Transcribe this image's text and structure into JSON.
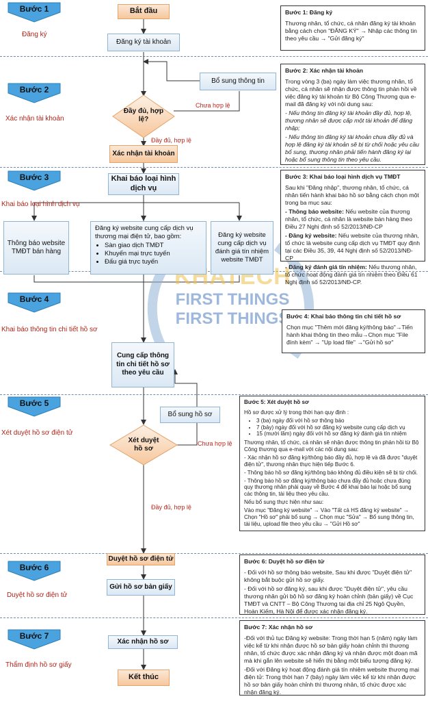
{
  "steps": [
    {
      "title": "Bước 1",
      "sub": "Đăng ký"
    },
    {
      "title": "Bước 2",
      "sub": "Xác nhận tài khoản"
    },
    {
      "title": "Bước 3",
      "sub": "Khai báo loại hình dịch vụ"
    },
    {
      "title": "Bước 4",
      "sub": "Khai báo thông tin chi tiết hồ sơ"
    },
    {
      "title": "Bước 5",
      "sub": "Xét duyệt hồ sơ điện tử"
    },
    {
      "title": "Bước 6",
      "sub": "Duyệt hồ sơ điện tử"
    },
    {
      "title": "Bước 7",
      "sub": "Thẩm định hồ sơ giấy"
    }
  ],
  "nodes": {
    "start": "Bắt đầu",
    "register": "Đăng ký tài khoản",
    "supplement_info": "Bổ sung thông tin",
    "check_valid": "Đầy đủ, hợp lệ?",
    "invalid1": "Chưa hợp lệ",
    "valid1": "Đầy đủ, hợp lệ",
    "confirm_account": "Xác nhận tài khoản",
    "declare_type": "Khai báo loại hình dịch vụ",
    "notify_sale": "Thông báo website TMĐT bán hàng",
    "register_service_title": "Đăng ký website cung cấp dịch vụ thương mại điện tử, bao gồm:",
    "register_service_items": [
      "Sàn giao dịch TMĐT",
      "Khuyến mại trực tuyến",
      "Đấu giá trực tuyến"
    ],
    "register_rating": "Đăng ký website cung cấp dịch vụ đánh giá tín nhiệm website TMĐT",
    "provide_details": "Cung cấp thông tin chi tiết hồ sơ theo yêu cầu",
    "supplement_file": "Bổ sung hồ sơ",
    "review": "Xét duyệt hồ sơ",
    "invalid2": "Chưa hợp lệ",
    "valid2": "Đầy đủ, hợp lệ",
    "approve_electronic": "Duyệt hồ sơ điện tử",
    "send_paper": "Gửi hồ sơ bản giấy",
    "confirm_file": "Xác nhận hồ sơ",
    "end": "Kết thúc"
  },
  "watermark": {
    "line1": "KHATECH",
    "line2": "FIRST THINGS",
    "line3": "FIRST THINGS"
  },
  "info": {
    "b1_title": "Bước 1: Đăng ký",
    "b1_text": "Thương nhân, tổ chức, cá nhân đăng ký tài khoản bằng cách chọn \"ĐĂNG KÝ\" → Nhập các thông tin theo yêu cầu → \"Gửi đăng ký\"",
    "b2_title": "Bước 2: Xác nhận tài khoản",
    "b2_text": "Trong vòng 3 (ba) ngày làm việc thương nhân, tổ chức, cá nhân sẽ nhận được thông tin phản hồi về việc đăng ký tài khoản từ Bộ Công Thương qua e-mail đã đăng ký với nội dung sau:",
    "b2_i1": "- Nếu thông tin đăng ký tài khoản đầy đủ, hợp lệ, thương nhân sẽ được cấp một tài khoản để đăng nhập;",
    "b2_i2": "- Nếu thông tin đăng ký tài khoản chưa đầy đủ và hợp lệ đăng ký tài khoản sẽ bị từ chối hoặc yêu cầu bổ sung, thương nhân phải tiến hành đăng ký lại hoặc bổ sung thông tin theo yêu cầu.",
    "b3_title": "Bước 3: Khai báo loại hình dịch vụ TMĐT",
    "b3_text": "Sau khi \"Đăng nhập\", thương nhân, tổ chức, cá nhân tiến hành khai báo hồ sơ bằng cách chọn một trong ba mục sau:",
    "b3_i1_b": "- Thông báo website:",
    "b3_i1": " Nếu website của thương nhân, tổ chức, cá nhân là website bán hàng theo Điều 27 Nghị định số 52/2013/NĐ-CP",
    "b3_i2_b": "- Đăng ký website:",
    "b3_i2": " Nếu website của thương nhân, tổ chức là website cung cấp dịch vụ TMĐT quy định tại các Điều 35, 39, 44 Nghị định số 52/2013/NĐ-CP",
    "b3_i3_b": "- Đăng ký đánh giá tín nhiệm:",
    "b3_i3": " Nếu thương nhân, tổ chức hoạt động đánh giá tín nhiệm theo Điều 61 Nghị định số 52/2013/NĐ-CP.",
    "b4_title": "Bước 4: Khai báo thông tin chi tiết hồ sơ",
    "b4_text": "Chọn mục \"Thêm mới đăng ký/thông báo\"→Tiến hành khai thông tin theo mẫu→Chọn mục \"File đính kèm\" → \"Up load file\" →\"Gửi hồ sơ\"",
    "b5_title": "Bước 5: Xét duyệt hồ sơ",
    "b5_text": "Hồ sơ được xử lý trong thời hạn quy định :",
    "b5_list": [
      "3 (ba) ngày đối với hồ sơ thông báo",
      "7 (bảy) ngày đối với hồ sơ đăng ký website cung cấp dịch vụ",
      "15 (mười lăm) ngày đối với hồ sơ đăng ký đánh giá tín nhiệm"
    ],
    "b5_p2": "Thương nhân, tổ chức, cá nhân sẽ nhận được thông tin phản hồi từ Bộ Công thương qua e-mail với các nội dung sau:",
    "b5_p3": "- Xác nhận hồ sơ đăng ký/thông báo đầy đủ, hợp lệ và đã được \"duyệt điện tử\", thương nhân thực hiện tiếp Bước 6.",
    "b5_p4": "- Thông báo hồ sơ đăng ký/thông báo không đủ điều kiện sẽ bị từ chối.",
    "b5_p5": "- Thông báo hồ sơ đăng ký/thông báo chưa đầy đủ hoặc chưa đúng quy thương nhân phải quay về Bước 4 để khai báo lại hoặc bổ sung các thông tin, tài liệu theo yêu cầu.",
    "b5_p6": "Nếu bổ sung thực hiện như sau:",
    "b5_p7": "Vào mục \"Đăng ký website\" → Vào \"Tất cả HS đăng ký website\" → Chọn \"Hồ sơ\" phải bổ sung → Chọn mục \"Sửa\" → Bổ sung thông tin, tài liệu, upload file theo yêu cầu → \"Gửi Hồ sơ\"",
    "b6_title": "Bước 6: Duyệt hồ sơ điện tử",
    "b6_p1": "- Đối với hồ sơ thông báo website, Sau khi được \"Duyệt điện tử\" không bắt buộc gửi hồ sơ giấy.",
    "b6_p2": "- Đối với hồ sơ đăng ký, sau khi được \"Duyệt điện tử\", yêu cầu thương nhân gửi bộ hồ sơ đăng ký hoàn chỉnh (bản giấy) về Cục TMĐT và CNTT – Bộ Công Thương tại địa chỉ 25 Ngô Quyền, Hoàn Kiếm, Hà Nội để được xác nhận đăng ký.",
    "b7_title": "Bước 7: Xác nhận hồ sơ",
    "b7_p1": "-Đối với thủ tục Đăng ký website: Trong thời hạn 5 (năm) ngày làm việc kể từ khi nhận được hồ sơ bản giấy hoàn chỉnh thì thương nhân, tổ chức được xác nhận đăng ký và nhận được một đoạn mã mà khi gắn lên website sẽ hiển thị bằng một biểu tượng đăng ký.",
    "b7_p2": "-Đối với Đăng ký hoạt động đánh giá tín nhiệm website thương mại điện tử: Trong thời hạn 7 (bảy) ngày làm việc kể từ khi nhận được hồ sơ bản giấy hoàn chỉnh thì thương nhân, tổ chức được xác nhận đăng ký."
  }
}
